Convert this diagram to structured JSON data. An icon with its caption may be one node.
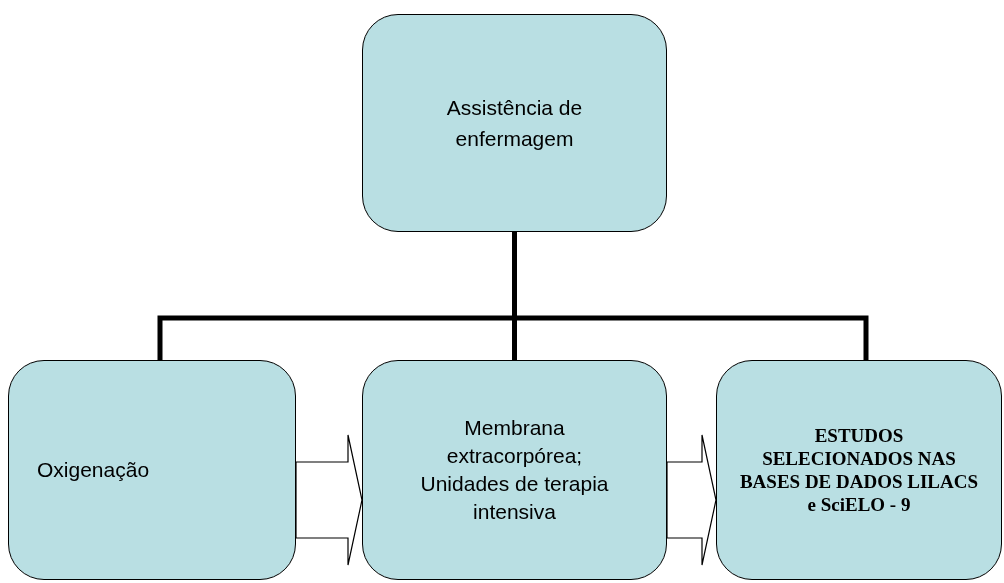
{
  "diagram": {
    "nodes": [
      {
        "text": [
          "Assistência de enfermagem"
        ]
      },
      {
        "text": [
          "Oxigenação"
        ]
      },
      {
        "text": [
          "Membrana extracorpórea; Unidades de terapia intensiva"
        ]
      },
      {
        "text": [
          "ESTUDOS SELECIONADOS NAS BASES DE DADOS LILACS e SciELO - 9"
        ]
      }
    ],
    "edges": [
      {
        "from": 0,
        "to": 1,
        "arrow": "none"
      },
      {
        "from": 0,
        "to": 2,
        "arrow": "none"
      },
      {
        "from": 0,
        "to": 3,
        "arrow": "none"
      },
      {
        "from": 1,
        "to": 2,
        "arrow": "to"
      },
      {
        "from": 2,
        "to": 3,
        "arrow": "to"
      }
    ]
  }
}
